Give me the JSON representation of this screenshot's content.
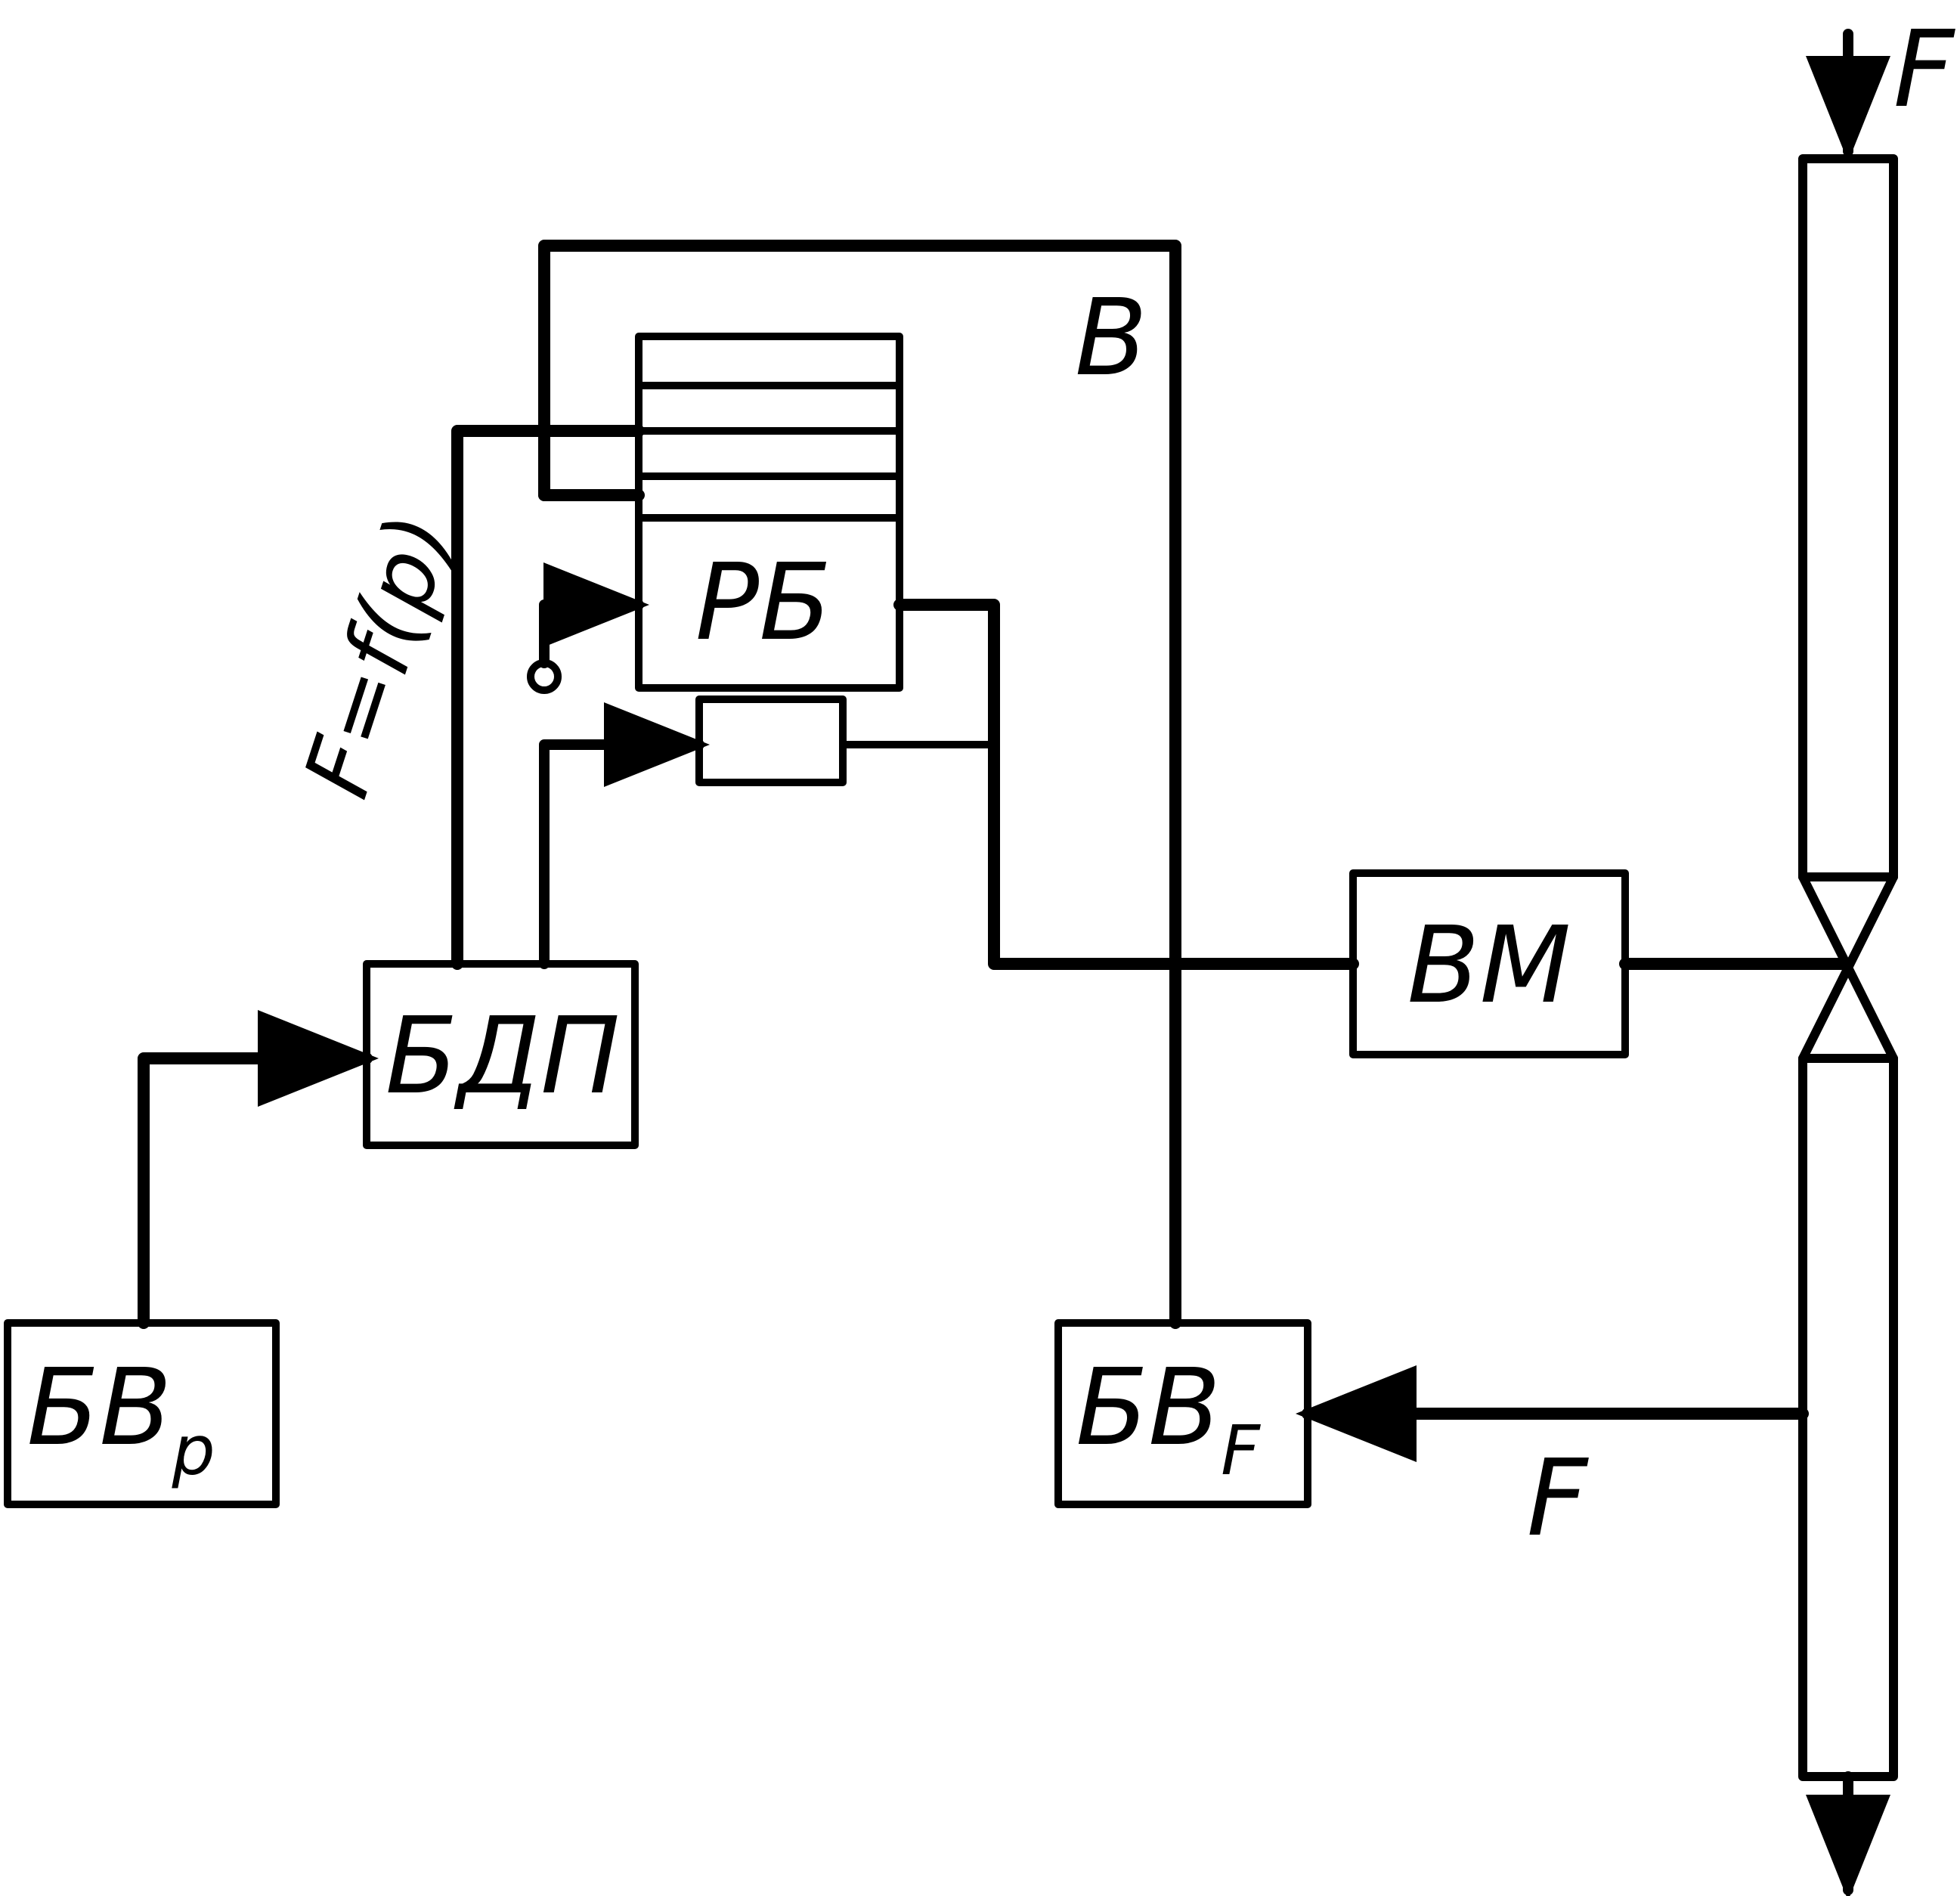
{
  "blocks": {
    "bvp": {
      "main": "БВ",
      "sub": "p"
    },
    "bdp": {
      "label": "БДП"
    },
    "rb": {
      "label": "РБ"
    },
    "bm": {
      "label": "ВМ"
    },
    "bvf": {
      "main": "БВ",
      "sub": "F"
    }
  },
  "labels": {
    "b": "В",
    "formula": "F=f(p)",
    "flow_top": "F",
    "flow_side": "F"
  },
  "colors": {
    "stroke": "#000000",
    "background": "#ffffff"
  }
}
